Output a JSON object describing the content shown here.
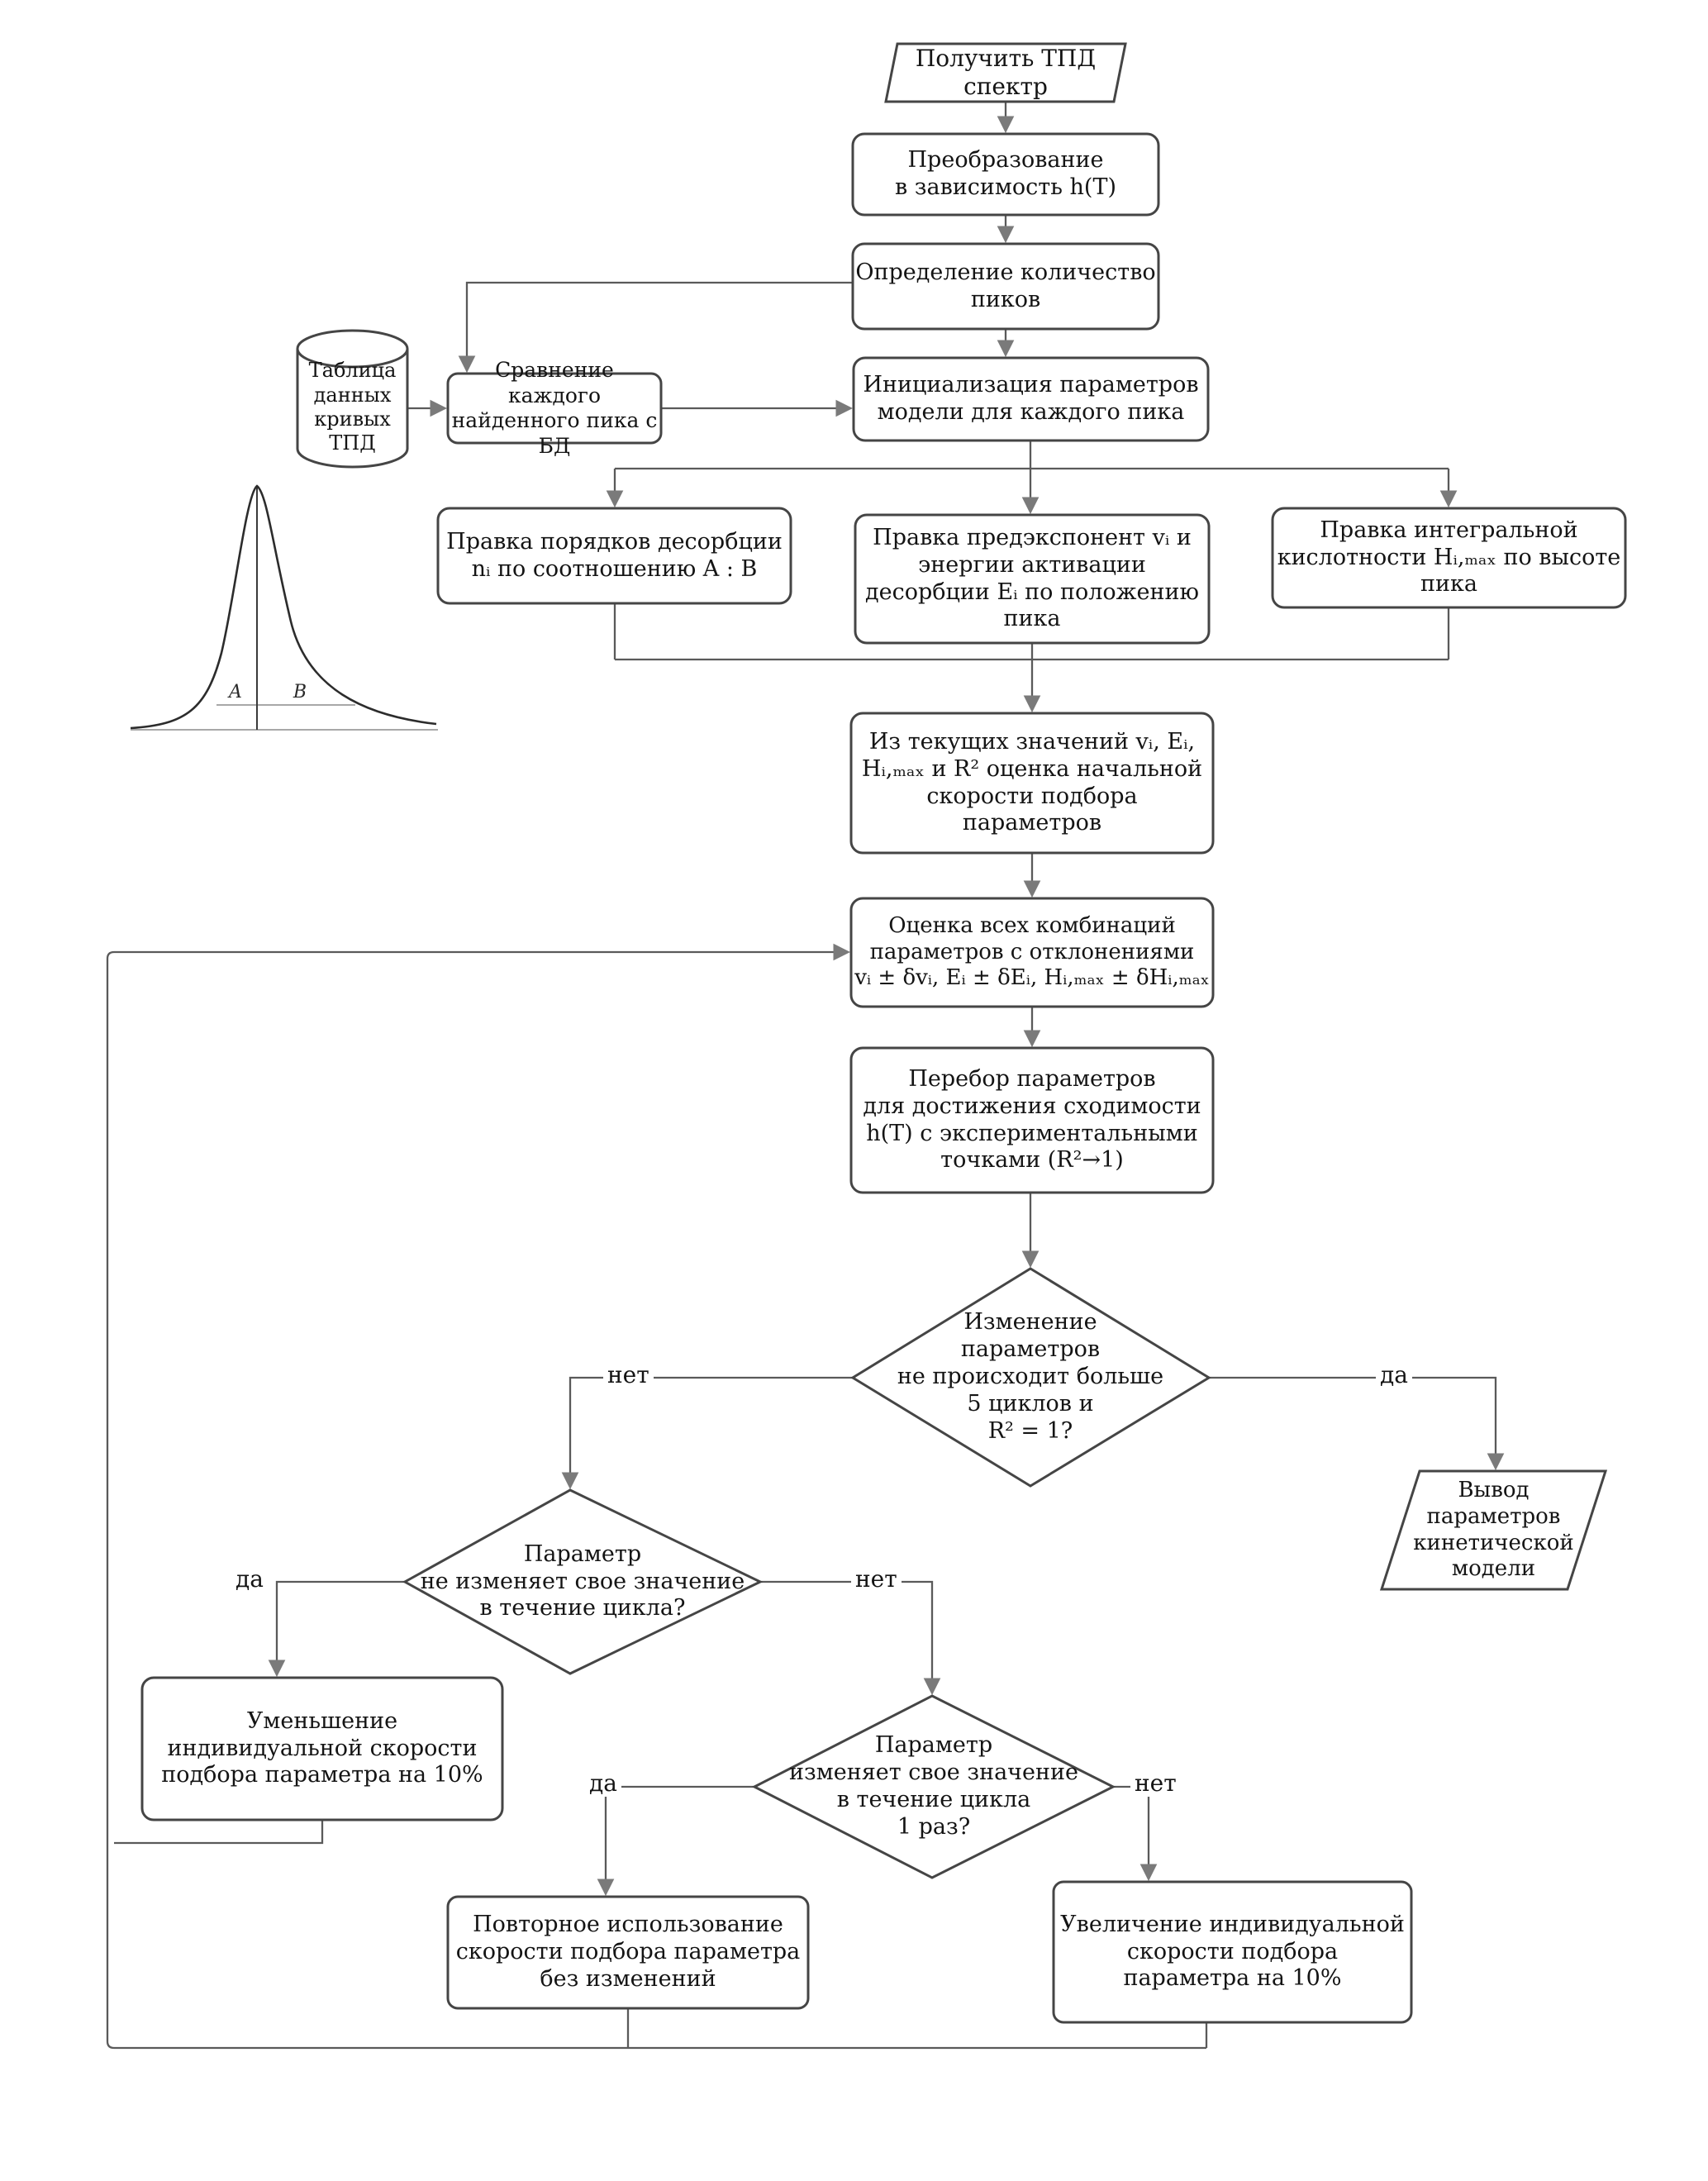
{
  "diagram": {
    "colors": {
      "background": "#ffffff",
      "shape_stroke": "#454545",
      "connector": "#5a5a5a",
      "arrowhead": "#7a7a7a",
      "text": "#141414",
      "peak_guide": "#a8a8a8"
    },
    "nodes": {
      "start": {
        "type": "parallelogram",
        "label": "Получить ТПД спектр"
      },
      "transform": {
        "type": "process",
        "label": "Преобразование\nв зависимость h(T)"
      },
      "peaks_count": {
        "type": "process",
        "label": "Определение количество\nпиков"
      },
      "db": {
        "type": "database",
        "label": "Таблица\nданных\nкривых ТПД"
      },
      "compare": {
        "type": "process",
        "label": "Сравнение каждого\nнайденного пика с БД"
      },
      "init": {
        "type": "process",
        "label": "Инициализация параметров\nмодели для каждого пика"
      },
      "fix_order": {
        "type": "process",
        "label": "Правка порядков десорбции\nnᵢ по соотношению A : B"
      },
      "fix_preexp": {
        "type": "process",
        "label": "Правка предэкспонент vᵢ и\nэнергии активации\nдесорбции Eᵢ по положению\nпика"
      },
      "fix_acidity": {
        "type": "process",
        "label": "Правка интегральной\nкислотности Hᵢ,ₘₐₓ по высоте\nпика"
      },
      "estimate_rate": {
        "type": "process",
        "label": "Из текущих значений vᵢ, Eᵢ,\nHᵢ,ₘₐₓ и R² оценка начальной\nскорости подбора\nпараметров"
      },
      "combinations": {
        "type": "process",
        "label": "Оценка всех комбинаций\nпараметров с отклонениями\nvᵢ ± δvᵢ, Eᵢ ± δEᵢ, Hᵢ,ₘₐₓ ± δHᵢ,ₘₐₓ"
      },
      "search": {
        "type": "process",
        "label": "Перебор параметров\nдля достижения сходимости\nh(T) с экспериментальными\nточками (R²→1)"
      },
      "decision_converged": {
        "type": "decision",
        "label": "Изменение\nпараметров\nне происходит больше\n5 циклов и\nR² = 1?"
      },
      "output": {
        "type": "parallelogram",
        "label": "Вывод\nпараметров\nкинетической\nмодели"
      },
      "decision_unchanged": {
        "type": "decision",
        "label": "Параметр\nне изменяет свое значение\nв течение цикла?"
      },
      "decrease_rate": {
        "type": "process",
        "label": "Уменьшение\nиндивидуальной скорости\nподбора параметра на 10%"
      },
      "decision_once": {
        "type": "decision",
        "label": "Параметр\nизменяет свое значение\nв течение цикла\n1 раз?"
      },
      "reuse_rate": {
        "type": "process",
        "label": "Повторное использование\nскорости подбора параметра\nбез изменений"
      },
      "increase_rate": {
        "type": "process",
        "label": "Увеличение индивидуальной\nскорости подбора\nпараметра на 10%"
      }
    },
    "edge_labels": {
      "converged_yes": "да",
      "converged_no": "нет",
      "unchanged_yes": "да",
      "unchanged_no": "нет",
      "once_yes": "да",
      "once_no": "нет"
    },
    "peak_inset": {
      "left_area": "A",
      "right_area": "B"
    }
  }
}
